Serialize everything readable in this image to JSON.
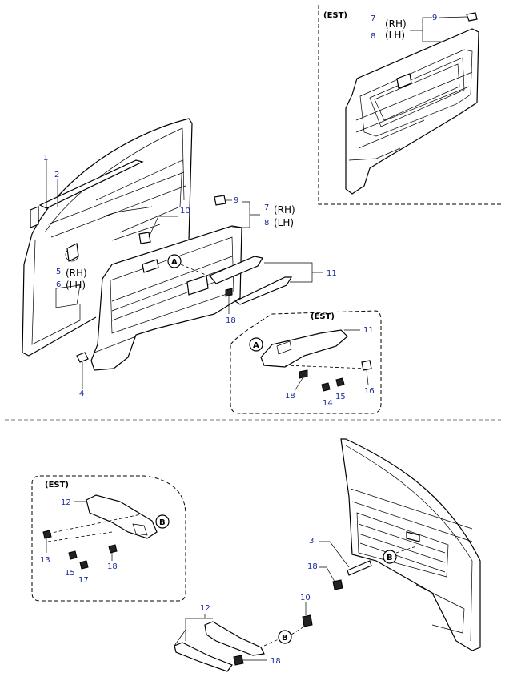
{
  "groups": {
    "est_label": "(EST)",
    "rh_label": "(RH)",
    "lh_label": "(LH)",
    "ref_a": "A",
    "ref_b": "B"
  },
  "part_numbers": {
    "p1": "1",
    "p2": "2",
    "p3": "3",
    "p4": "4",
    "p5": "5",
    "p6": "6",
    "p7": "7",
    "p8": "8",
    "p9": "9",
    "p10": "10",
    "p11": "11",
    "p12": "12",
    "p13": "13",
    "p14": "14",
    "p15": "15",
    "p16": "16",
    "p17": "17",
    "p18": "18"
  }
}
